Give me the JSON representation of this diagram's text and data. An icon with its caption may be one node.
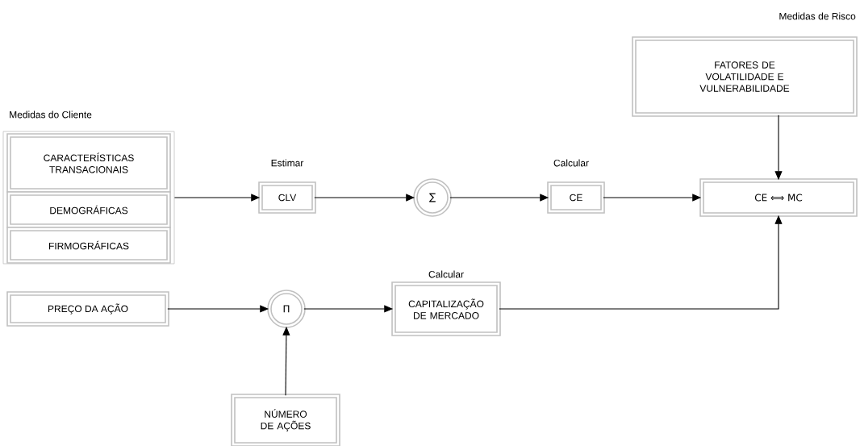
{
  "diagram": {
    "nodes": [
      {
        "text": [
          "Medidas do Cliente"
        ]
      },
      {
        "text": [
          "CARACTERÍSTICAS TRANSACIONAIS"
        ],
        "in": 0
      },
      {
        "text": [
          "DEMOGRÁFICAS"
        ],
        "in": 0
      },
      {
        "text": [
          "FIRMOGRÁFICAS"
        ],
        "in": 0
      },
      {
        "text": [
          "CLV"
        ],
        "beside": [
          "Estimar"
        ]
      },
      {
        "text": [
          "∑"
        ]
      },
      {
        "text": [
          "CE"
        ],
        "beside": [
          "Calcular"
        ]
      },
      {
        "text": [
          "Medidas de Risco",
          "FATORES DE VOLATILIDADE E VULNERABILIDADE"
        ]
      },
      {
        "text": [
          "CE ⟺ MC"
        ]
      },
      {
        "text": [
          "PREÇO DA AÇÃO"
        ]
      },
      {
        "text": [
          "Π"
        ]
      },
      {
        "text": [
          "NÚMERO DE AÇÕES"
        ]
      },
      {
        "text": [
          "CAPITALIZAÇÃO DE MERCADO"
        ],
        "beside": [
          "Calcular"
        ]
      }
    ],
    "edges": [
      {
        "from": 0,
        "to": 4,
        "arrow": "to"
      },
      {
        "from": 4,
        "to": 5,
        "arrow": "to"
      },
      {
        "from": 5,
        "to": 6,
        "arrow": "to"
      },
      {
        "from": 6,
        "to": 8,
        "arrow": "to"
      },
      {
        "from": 7,
        "to": 8,
        "arrow": "to"
      },
      {
        "from": 9,
        "to": 10,
        "arrow": "to"
      },
      {
        "from": 11,
        "to": 10,
        "arrow": "to"
      },
      {
        "from": 10,
        "to": 12,
        "arrow": "to"
      },
      {
        "from": 12,
        "to": 8,
        "arrow": "to"
      }
    ]
  }
}
